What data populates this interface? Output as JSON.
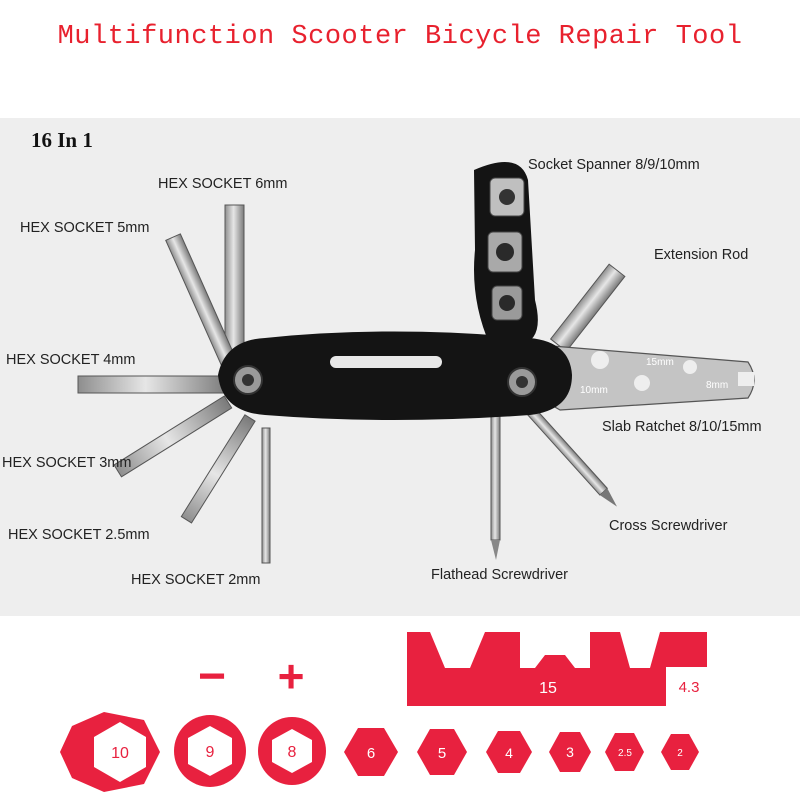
{
  "title": "Multifunction Scooter Bicycle Repair Tool",
  "count_label": "16 In 1",
  "tools": {
    "hex_6": "HEX SOCKET 6mm",
    "hex_5": "HEX SOCKET 5mm",
    "hex_4": "HEX SOCKET 4mm",
    "hex_3": "HEX SOCKET 3mm",
    "hex_25": "HEX SOCKET 2.5mm",
    "hex_2": "HEX SOCKET 2mm",
    "socket_spanner": "Socket Spanner 8/9/10mm",
    "extension_rod": "Extension Rod",
    "slab_ratchet": "Slab Ratchet 8/10/15mm",
    "cross_screwdriver": "Cross Screwdriver",
    "flathead_screwdriver": "Flathead Screwdriver"
  },
  "ratchet_marks": [
    "15mm",
    "10mm",
    "8mm"
  ],
  "legend": {
    "minus": "−",
    "plus": "+",
    "slab_sizes": [
      "10",
      "8",
      "15",
      "4.3"
    ],
    "large_sockets": [
      "10",
      "9",
      "8"
    ],
    "small_sockets": [
      "6",
      "5",
      "4",
      "3",
      "2.5",
      "2"
    ]
  },
  "colors": {
    "accent": "#e8213f",
    "title": "#e8212e",
    "panel": "#eeeeee",
    "tool_black": "#141414",
    "steel": "#b9b9b9"
  }
}
